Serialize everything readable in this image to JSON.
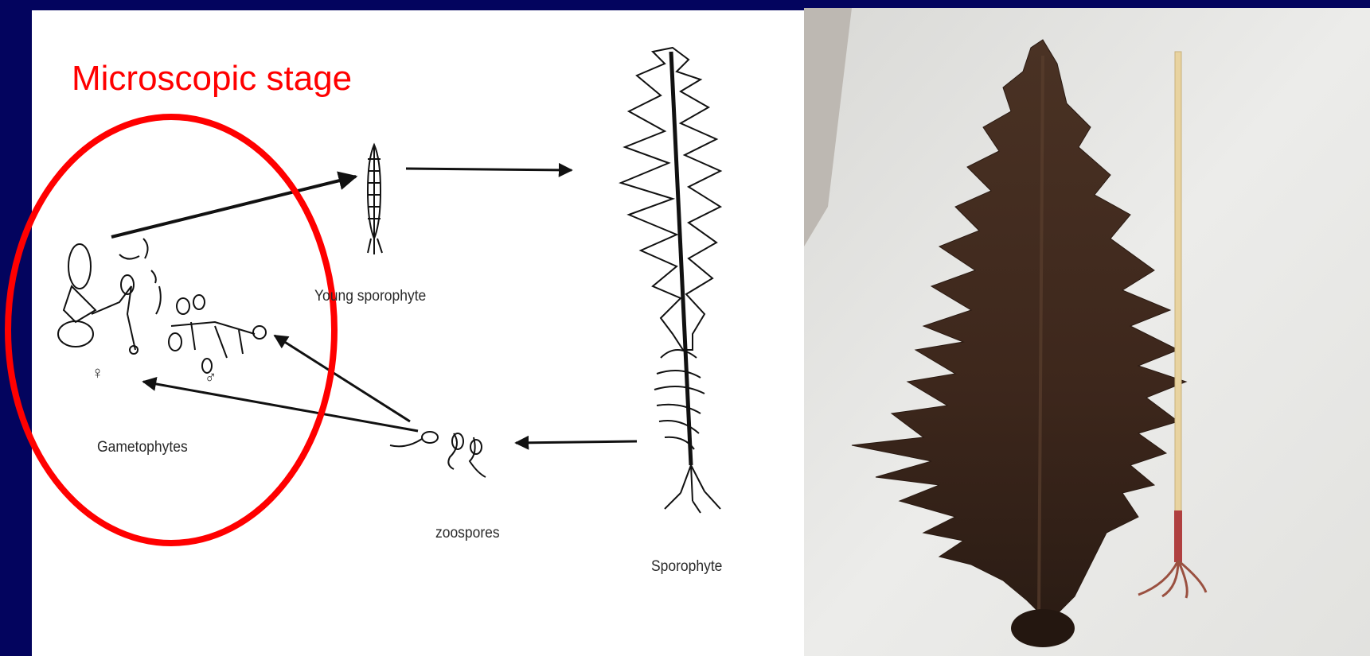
{
  "slide": {
    "title": "Microscopic stage",
    "colors": {
      "background": "#03045e",
      "highlight": "#ff0000",
      "panel": "#ffffff"
    }
  },
  "diagram": {
    "labels": {
      "young_sporophyte": "Young sporophyte",
      "gametophytes": "Gametophytes",
      "zoospores": "zoospores",
      "sporophyte": "Sporophyte",
      "female_symbol": "♀",
      "male_symbol": "♂"
    }
  },
  "photo": {
    "subject": "kelp-sporophyte-photo",
    "scale_object": "garden-rake"
  }
}
